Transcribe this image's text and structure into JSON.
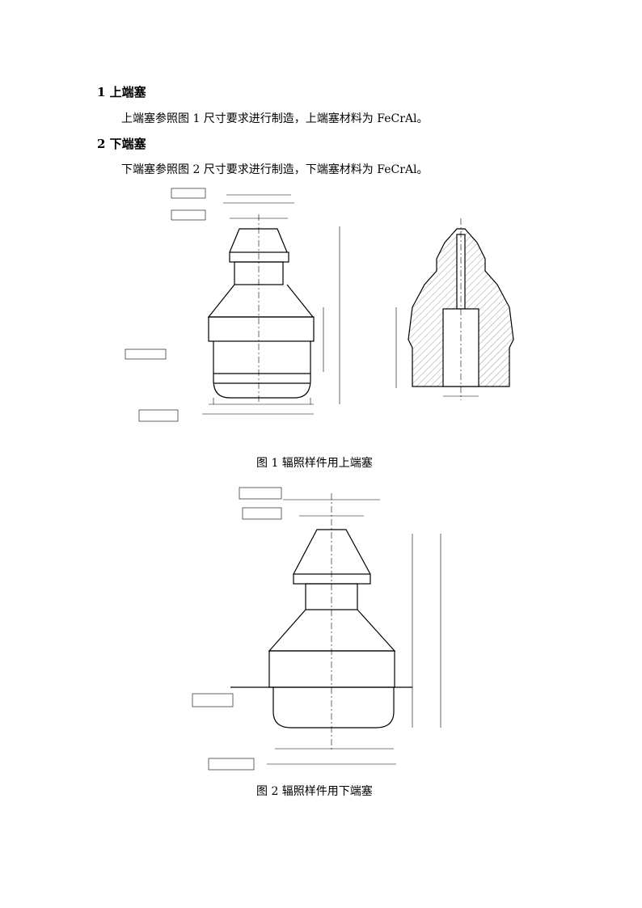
{
  "section1": {
    "heading": "1 上端塞",
    "body": "上端塞参照图 1 尺寸要求进行制造，上端塞材料为 FeCrAl。"
  },
  "section2": {
    "heading": "2 下端塞",
    "body": "下端塞参照图 2 尺寸要求进行制造，下端塞材料为 FeCrAl。"
  },
  "figure1": {
    "caption": "图 1 辐照样件用上端塞"
  },
  "figure2": {
    "caption": "图 2 辐照样件用下端塞"
  }
}
